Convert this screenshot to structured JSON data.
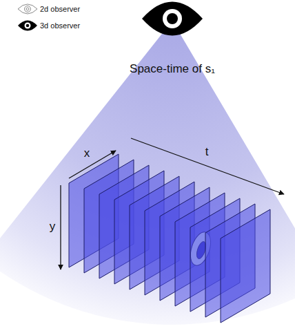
{
  "diagram": {
    "title": "Space-time of s₁",
    "labels": [
      "x",
      "t",
      "y"
    ],
    "legend": [
      {
        "text": "2d observer"
      },
      {
        "text": "3d observer"
      }
    ]
  }
}
